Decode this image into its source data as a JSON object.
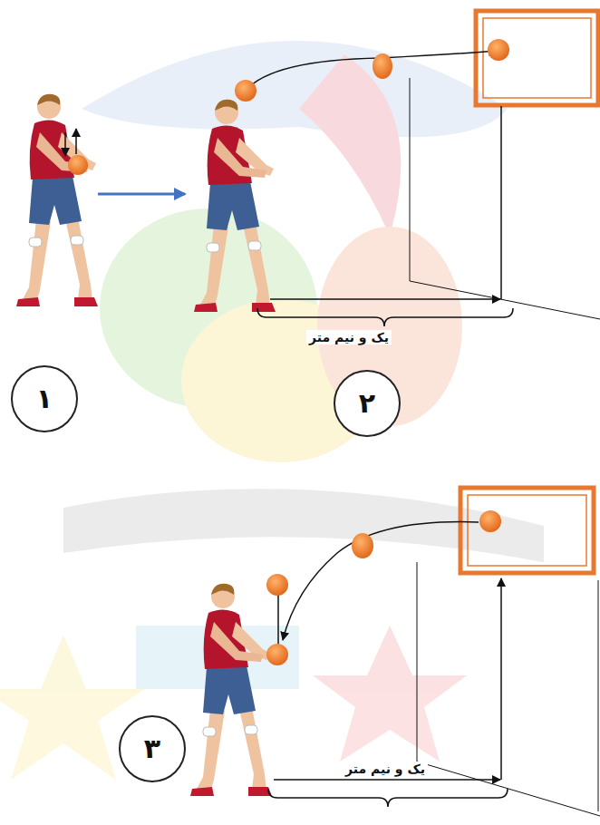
{
  "diagram": {
    "nodes": [
      {
        "text": [
          "۱"
        ]
      },
      {
        "text": [
          "۲"
        ]
      },
      {
        "text": [
          "۳"
        ]
      }
    ],
    "labels": [
      "یک و نیم متر",
      "یک و نیم متر"
    ]
  }
}
